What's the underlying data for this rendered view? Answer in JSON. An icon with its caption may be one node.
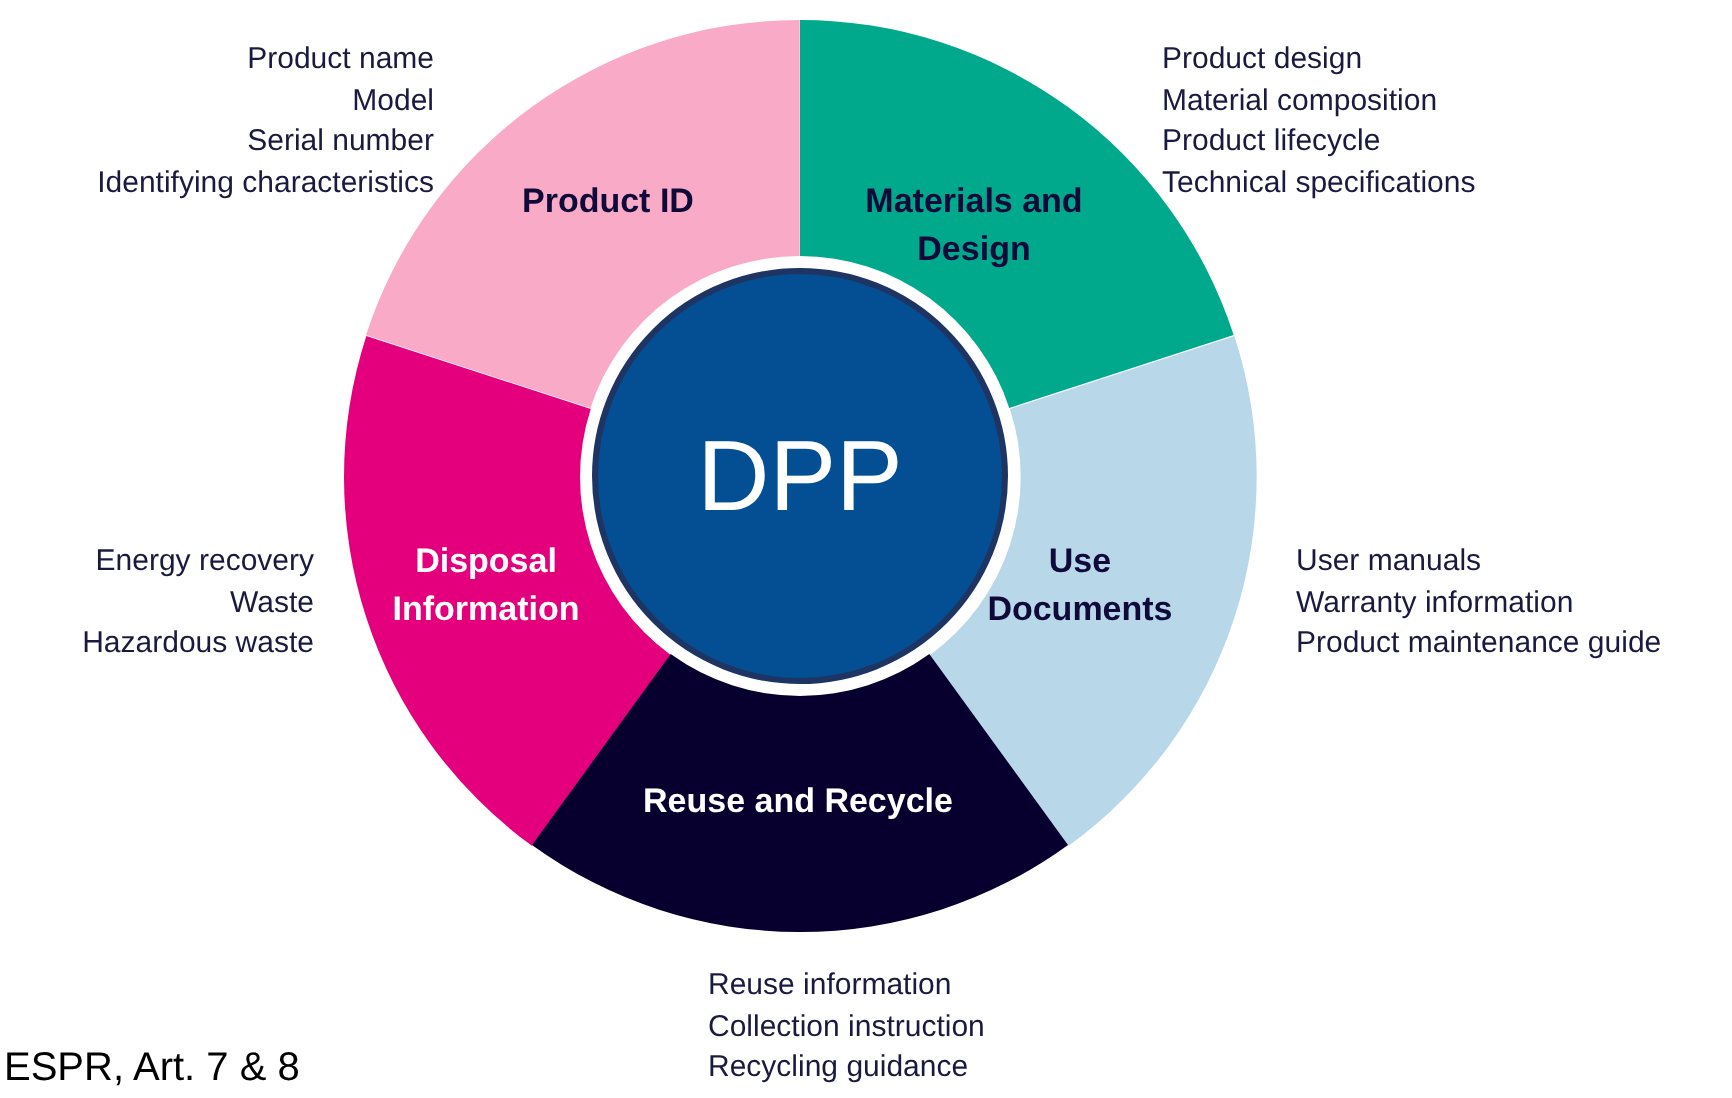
{
  "diagram": {
    "nodes": [
      {
        "text": [
          "Product ID"
        ],
        "beside": [
          "Product name",
          "Model",
          "Serial number",
          "Identifying characteristics"
        ]
      },
      {
        "text": [
          "Materials and Design"
        ],
        "beside": [
          "Product design",
          "Material composition",
          "Product lifecycle",
          "Technical specifications"
        ]
      },
      {
        "text": [
          "DPP"
        ]
      },
      {
        "text": [
          "Disposal Information"
        ],
        "beside": [
          "Energy recovery",
          "Waste",
          "Hazardous waste"
        ]
      },
      {
        "text": [
          "Use Documents"
        ],
        "beside": [
          "User manuals",
          "Warranty information",
          "Product maintenance guide"
        ]
      },
      {
        "text": [
          "Reuse and Recycle"
        ],
        "beside": [
          "Reuse information",
          "Collection instruction",
          "Recycling guidance"
        ]
      }
    ],
    "labels": [
      "ESPR, Art. 7 & 8"
    ]
  }
}
